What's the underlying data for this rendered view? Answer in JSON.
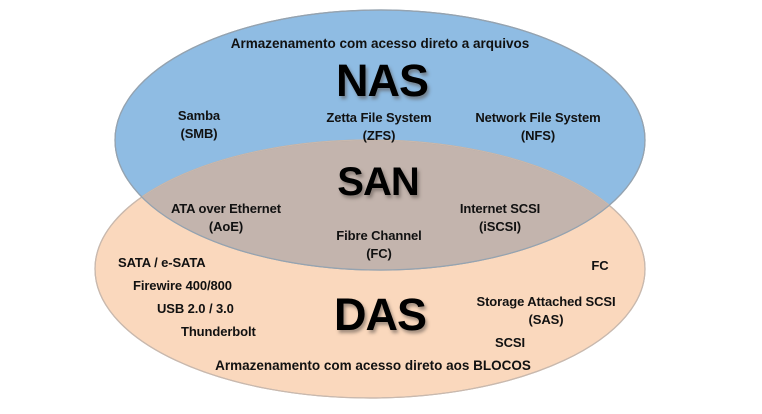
{
  "diagram": {
    "type": "venn",
    "title_absent": true,
    "colors": {
      "nas_fill": "#8fbce3",
      "das_fill": "#fad8bd",
      "san_overlap_fill": "#c3b4ad",
      "stroke": "#9a9a9a",
      "text": "#111111",
      "background": "#ffffff"
    }
  },
  "nas": {
    "title": "NAS",
    "caption": "Armazenamento  com acesso direto a arquivos",
    "items": [
      {
        "line1": "Samba",
        "line2": "(SMB)"
      },
      {
        "line1": "Zetta File System",
        "line2": "(ZFS)"
      },
      {
        "line1": "Network File System",
        "line2": "(NFS)"
      }
    ]
  },
  "san": {
    "title": "SAN",
    "items": [
      {
        "line1": "ATA over Ethernet",
        "line2": "(AoE)"
      },
      {
        "line1": "Fibre Channel",
        "line2": "(FC)"
      },
      {
        "line1": "Internet SCSI",
        "line2": "(iSCSI)"
      }
    ]
  },
  "das": {
    "title": "DAS",
    "caption": "Armazenamento  com acesso direto aos BLOCOS",
    "left_items": [
      "SATA / e-SATA",
      "Firewire 400/800",
      "USB 2.0 / 3.0",
      "Thunderbolt"
    ],
    "right_items": [
      "FC",
      "Storage Attached SCSI",
      "(SAS)",
      "SCSI"
    ]
  }
}
